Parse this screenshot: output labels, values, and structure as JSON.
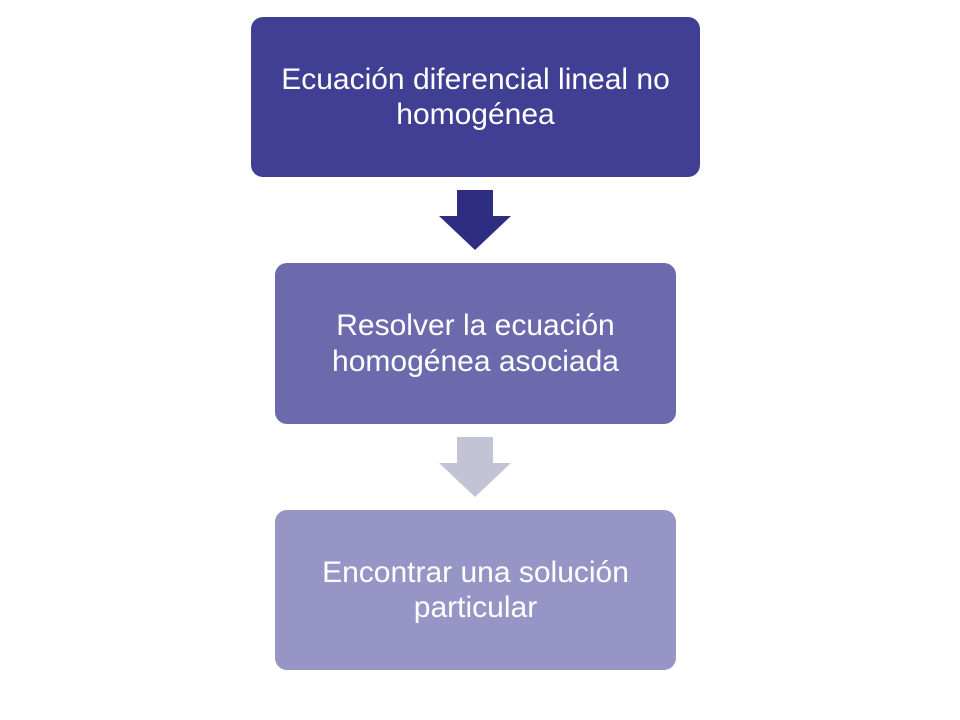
{
  "steps": [
    {
      "label": "Ecuación diferencial lineal no homogénea",
      "color": "#413F93"
    },
    {
      "label": "Resolver la ecuación homogénea asociada",
      "color": "#6C6AAD"
    },
    {
      "label": "Encontrar una solución particular",
      "color": "#9795C6"
    }
  ],
  "arrows": [
    {
      "color": "#2F2D82"
    },
    {
      "color": "#C3C3D6"
    }
  ]
}
